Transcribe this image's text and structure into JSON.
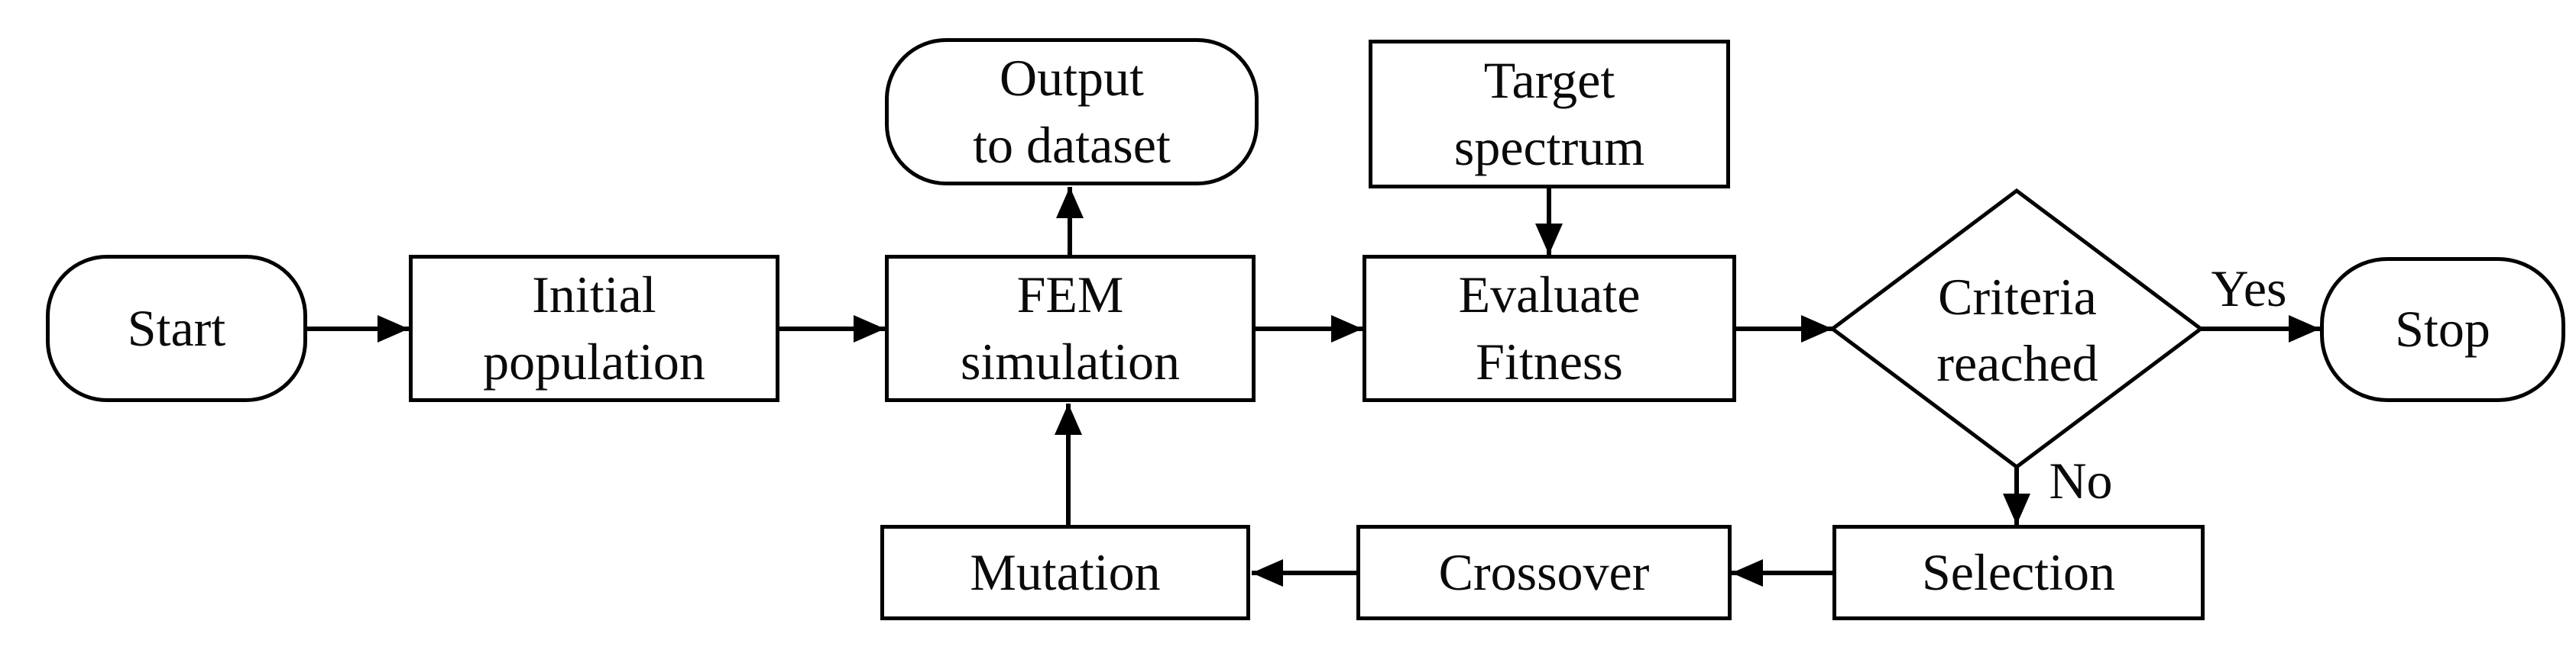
{
  "nodes": {
    "start": {
      "label": "Start",
      "shape": "terminator"
    },
    "initial_population": {
      "label": [
        "Initial",
        "population"
      ],
      "shape": "process"
    },
    "fem_simulation": {
      "label": [
        "FEM",
        "simulation"
      ],
      "shape": "process"
    },
    "output_to_dataset": {
      "label": [
        "Output",
        "to dataset"
      ],
      "shape": "terminator"
    },
    "target_spectrum": {
      "label": [
        "Target",
        "spectrum"
      ],
      "shape": "process"
    },
    "evaluate_fitness": {
      "label": [
        "Evaluate",
        "Fitness"
      ],
      "shape": "process"
    },
    "criteria_reached": {
      "label": [
        "Criteria",
        "reached"
      ],
      "shape": "decision"
    },
    "stop": {
      "label": "Stop",
      "shape": "terminator"
    },
    "selection": {
      "label": "Selection",
      "shape": "process"
    },
    "crossover": {
      "label": "Crossover",
      "shape": "process"
    },
    "mutation": {
      "label": "Mutation",
      "shape": "process"
    }
  },
  "edge_labels": {
    "yes": "Yes",
    "no": "No"
  },
  "edges": [
    {
      "from": "start",
      "to": "initial_population"
    },
    {
      "from": "initial_population",
      "to": "fem_simulation"
    },
    {
      "from": "fem_simulation",
      "to": "output_to_dataset"
    },
    {
      "from": "fem_simulation",
      "to": "evaluate_fitness"
    },
    {
      "from": "target_spectrum",
      "to": "evaluate_fitness"
    },
    {
      "from": "evaluate_fitness",
      "to": "criteria_reached"
    },
    {
      "from": "criteria_reached",
      "to": "stop",
      "label": "Yes"
    },
    {
      "from": "criteria_reached",
      "to": "selection",
      "label": "No"
    },
    {
      "from": "selection",
      "to": "crossover"
    },
    {
      "from": "crossover",
      "to": "mutation"
    },
    {
      "from": "mutation",
      "to": "fem_simulation"
    }
  ],
  "colors": {
    "stroke": "#000000",
    "fill": "#ffffff",
    "text": "#0a0a0a",
    "background": "#ffffff"
  }
}
